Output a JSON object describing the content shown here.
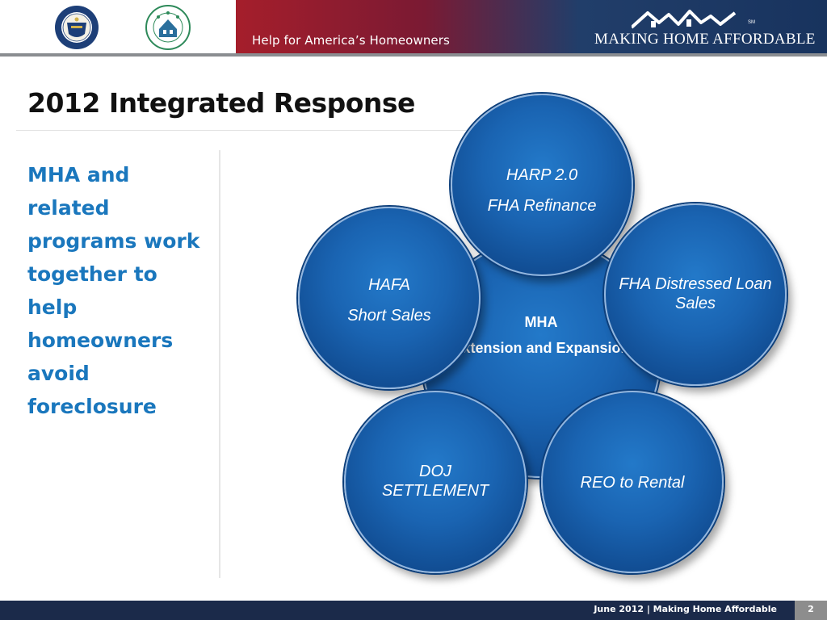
{
  "header": {
    "tagline": "Help for America’s Homeowners",
    "brand": "MAKING HOME AFFORDABLE",
    "brand_mark": "SM",
    "seals": [
      "treasury-seal-icon",
      "hud-seal-icon"
    ],
    "colors": {
      "left": "#a51e2b",
      "right": "#18335e"
    }
  },
  "slide": {
    "title": "2012 Integrated Response",
    "side_text": "MHA and related programs work together to help homeowners avoid foreclosure"
  },
  "diagram": {
    "center": {
      "line1": "MHA",
      "line2": "Extension and Expansion"
    },
    "harp": {
      "line1": "HARP 2.0",
      "line2": "FHA Refinance"
    },
    "hafa": {
      "line1": "HAFA",
      "line2": "Short Sales"
    },
    "fha_distressed": {
      "line1": "FHA Distressed Loan Sales"
    },
    "doj": {
      "line1": "DOJ SETTLEMENT"
    },
    "reo": {
      "line1": "REO to Rental"
    }
  },
  "footer": {
    "text": "June 2012 | Making Home Affordable",
    "page": "2"
  }
}
